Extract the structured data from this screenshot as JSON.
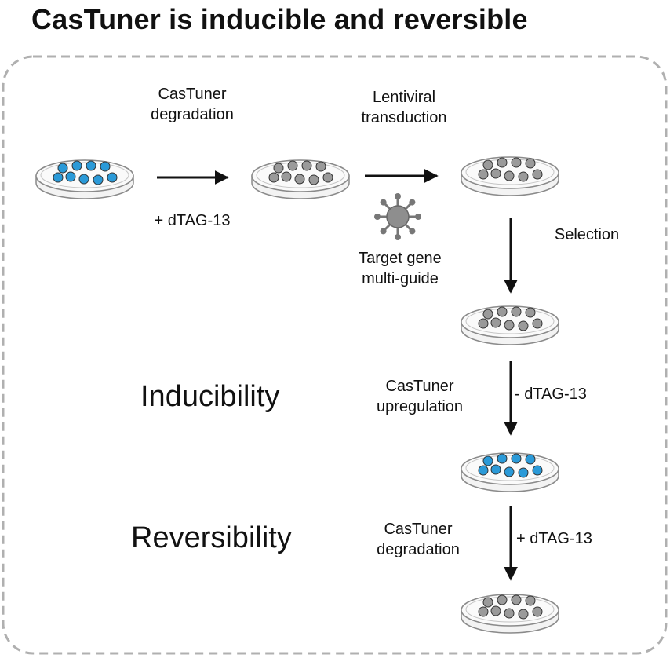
{
  "title": "CasTuner is inducible and reversible",
  "colors": {
    "active_cell": "#2b9ad8",
    "inactive_cell": "#9a9a9a",
    "arrow": "#111111",
    "frame": "#b0b0b0"
  },
  "dishes": [
    {
      "id": "dish-initial",
      "state": "active"
    },
    {
      "id": "dish-degraded",
      "state": "inactive"
    },
    {
      "id": "dish-transduced",
      "state": "inactive"
    },
    {
      "id": "dish-selected",
      "state": "inactive"
    },
    {
      "id": "dish-upregulated",
      "state": "active"
    },
    {
      "id": "dish-reversed",
      "state": "inactive"
    }
  ],
  "labels": {
    "step1_line1": "CasTuner",
    "step1_line2": "degradation",
    "step1_treatment": "+ dTAG-13",
    "step2_line1": "Lentiviral",
    "step2_line2": "transduction",
    "virus_line1": "Target gene",
    "virus_line2": "multi-guide",
    "selection": "Selection",
    "step4_line1": "CasTuner",
    "step4_line2": "upregulation",
    "step4_treatment": "- dTAG-13",
    "step5_line1": "CasTuner",
    "step5_line2": "degradation",
    "step5_treatment": "+ dTAG-13"
  },
  "sections": {
    "inducibility": "Inducibility",
    "reversibility": "Reversibility"
  },
  "icons": {
    "virus": "virus-icon"
  }
}
